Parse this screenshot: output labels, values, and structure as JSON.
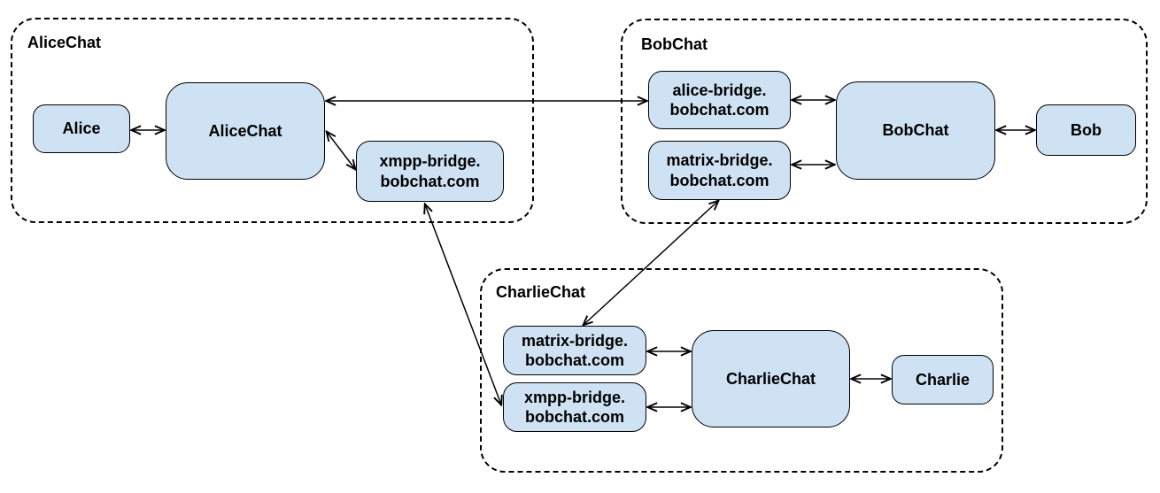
{
  "diagram": {
    "background_color": "#ffffff",
    "node_fill_color": "#cfe2f3",
    "node_border_color": "#000000",
    "edge_color": "#000000",
    "groups": {
      "alicechat": {
        "title": "AliceChat"
      },
      "bobchat": {
        "title": "BobChat"
      },
      "charliechat": {
        "title": "CharlieChat"
      }
    },
    "nodes": {
      "alice": {
        "label": "Alice"
      },
      "alicechat": {
        "label": "AliceChat"
      },
      "xmpp_bridge_alicechat": {
        "label": "xmpp-bridge.\nbobchat.com"
      },
      "alice_bridge_bobchat": {
        "label": "alice-bridge.\nbobchat.com"
      },
      "matrix_bridge_bobchat": {
        "label": "matrix-bridge.\nbobchat.com"
      },
      "bobchat": {
        "label": "BobChat"
      },
      "bob": {
        "label": "Bob"
      },
      "matrix_bridge_charliechat": {
        "label": "matrix-bridge.\nbobchat.com"
      },
      "xmpp_bridge_charliechat": {
        "label": "xmpp-bridge.\nbobchat.com"
      },
      "charliechat": {
        "label": "CharlieChat"
      },
      "charlie": {
        "label": "Charlie"
      }
    },
    "edges": [
      {
        "from": "Alice",
        "to": "AliceChat",
        "bidirectional": true
      },
      {
        "from": "AliceChat",
        "to": "alice-bridge.bobchat.com (BobChat)",
        "bidirectional": true
      },
      {
        "from": "AliceChat",
        "to": "xmpp-bridge.bobchat.com (AliceChat)",
        "bidirectional": true
      },
      {
        "from": "alice-bridge.bobchat.com (BobChat)",
        "to": "BobChat",
        "bidirectional": true
      },
      {
        "from": "matrix-bridge.bobchat.com (BobChat)",
        "to": "BobChat",
        "bidirectional": true
      },
      {
        "from": "BobChat",
        "to": "Bob",
        "bidirectional": true
      },
      {
        "from": "xmpp-bridge.bobchat.com (AliceChat)",
        "to": "xmpp-bridge.bobchat.com (CharlieChat)",
        "bidirectional": true
      },
      {
        "from": "matrix-bridge.bobchat.com (BobChat)",
        "to": "matrix-bridge.bobchat.com (CharlieChat)",
        "bidirectional": true
      },
      {
        "from": "matrix-bridge.bobchat.com (CharlieChat)",
        "to": "CharlieChat",
        "bidirectional": true
      },
      {
        "from": "xmpp-bridge.bobchat.com (CharlieChat)",
        "to": "CharlieChat",
        "bidirectional": true
      },
      {
        "from": "CharlieChat",
        "to": "Charlie",
        "bidirectional": true
      }
    ]
  }
}
